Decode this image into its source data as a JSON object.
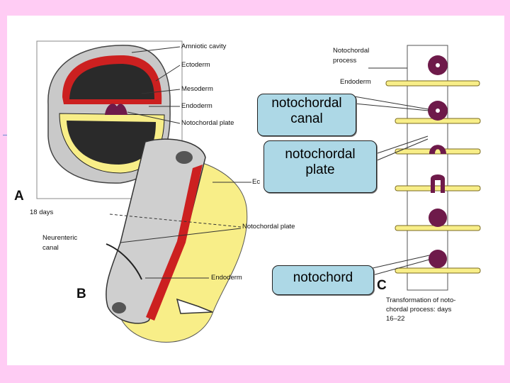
{
  "callouts": {
    "canal": {
      "line1": "notochordal",
      "line2": "canal"
    },
    "plate": {
      "line1": "notochordal",
      "line2": "plate"
    },
    "notochord": {
      "line1": "notochord"
    }
  },
  "figure_labels": {
    "amniotic_cavity": "Amniotic cavity",
    "ectoderm": "Ectoderm",
    "mesoderm": "Mesoderm",
    "endoderm_a": "Endoderm",
    "notochordal_plate_a": "Notochordal plate",
    "panel_a": "A",
    "days_a": "18 days",
    "ectoderm_b": "Ec",
    "notochordal_plate_b": "Notochordal plate",
    "neurenteric_1": "Neurenteric",
    "neurenteric_2": "canal",
    "endoderm_b": "Endoderm",
    "panel_b": "B",
    "process_1": "Notochordal",
    "process_2": "process",
    "endoderm_c": "Endoderm",
    "panel_c": "C",
    "caption_1": "Transformation of noto-",
    "caption_2": "chordal process: days",
    "caption_3": "16–22"
  },
  "colors": {
    "page_border": "#ffccf4",
    "callout_fill": "#add8e6",
    "ectoderm_red": "#cc2020",
    "endoderm_yellow": "#f8ee88",
    "notochord_purple": "#6e1a4a"
  }
}
